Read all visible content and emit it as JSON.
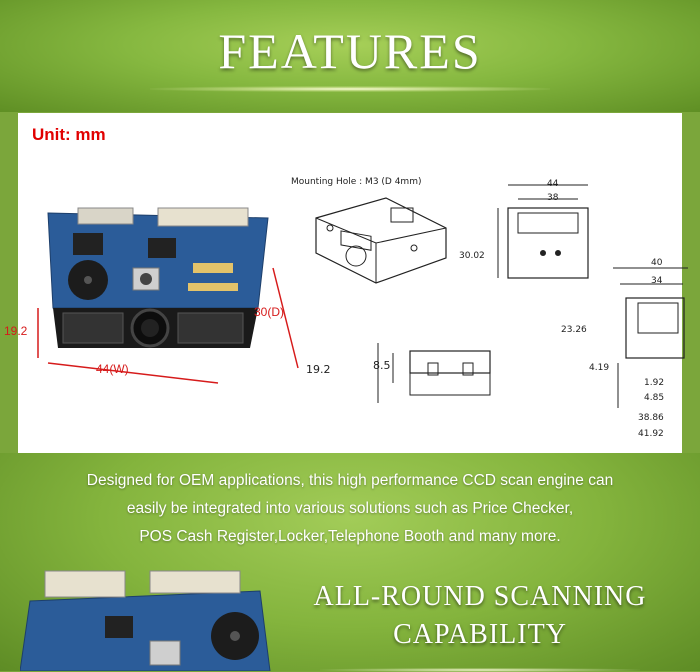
{
  "banner": {
    "title": "FEATURES"
  },
  "diagram": {
    "unit_label": "Unit: mm",
    "mounting_hole_note": "Mounting Hole : M3 (D 4mm)",
    "photo_dims": {
      "height": "19.2",
      "width": "44(W)",
      "depth": "30(D)"
    },
    "top_view": {
      "dim_outer": "44",
      "dim_inner": "38",
      "dim_height": "30.02"
    },
    "side_view": {
      "dim_total": "19.2",
      "dim_partial": "8.5"
    },
    "right_view": {
      "dim_outer": "40",
      "dim_inner": "34",
      "dim_hole": "23.26",
      "dim_small": "4.19",
      "dim_a": "1.92",
      "dim_b": "4.85",
      "dim_c": "38.86",
      "dim_d": "41.92"
    }
  },
  "description": {
    "lines": [
      "Designed for OEM applications, this high performance CCD scan engine can",
      "easily be integrated into various solutions such as Price Checker,",
      "POS Cash Register,Locker,Telephone Booth and many more."
    ]
  },
  "capability": {
    "line1": "ALL-ROUND SCANNING",
    "line2": "CAPABILITY"
  }
}
